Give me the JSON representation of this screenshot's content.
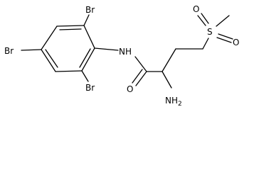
{
  "structure": {
    "atoms": {
      "br_top": "Br",
      "br_left": "Br",
      "br_bottom": "Br",
      "nh": "NH",
      "o_carbonyl": "O",
      "nh2_main": "NH",
      "nh2_sub": "2",
      "s": "S",
      "o_sulfonyl_1": "O",
      "o_sulfonyl_2": "O"
    }
  }
}
